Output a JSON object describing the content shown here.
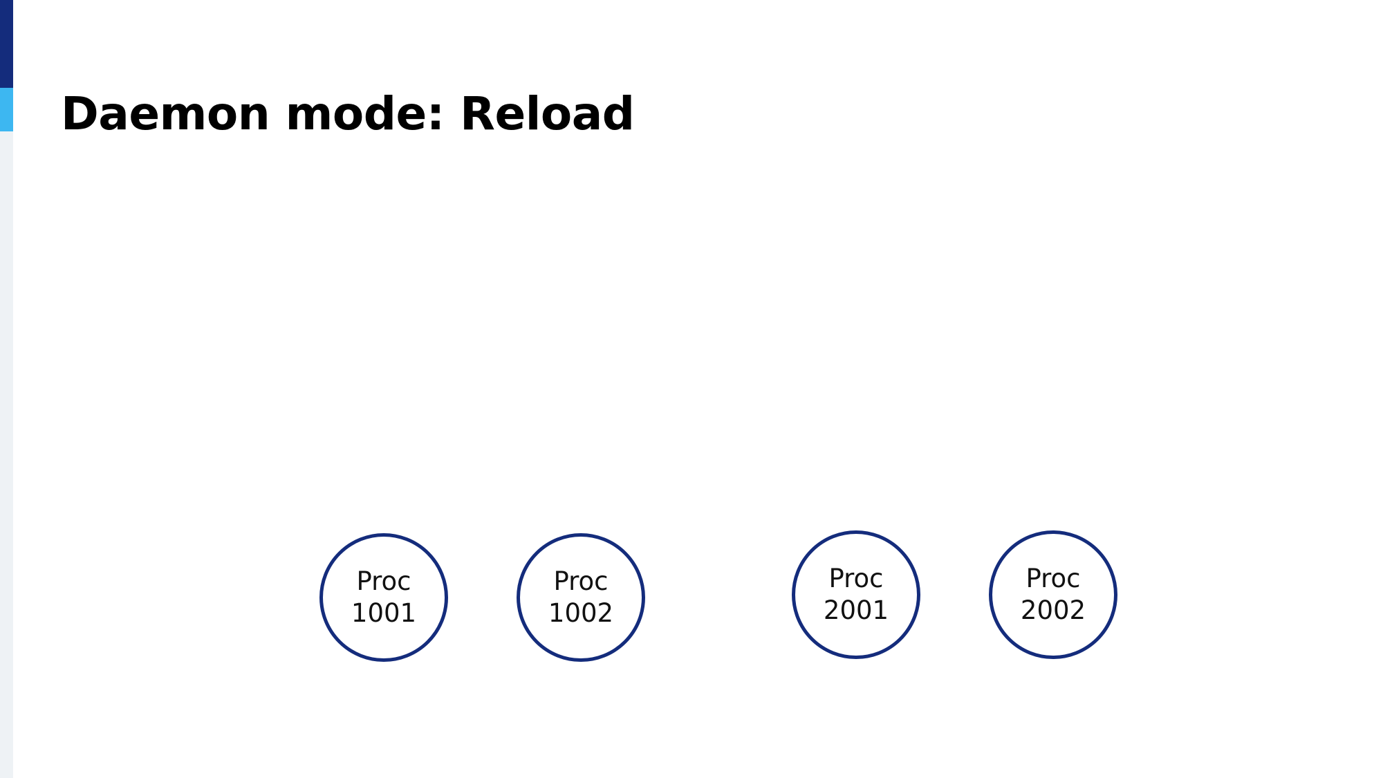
{
  "slide": {
    "title": "Daemon mode: Reload"
  },
  "processes": [
    {
      "label": "Proc 1001"
    },
    {
      "label": "Proc 1002"
    },
    {
      "label": "Proc 2001"
    },
    {
      "label": "Proc 2002"
    }
  ],
  "colors": {
    "accent_dark": "#142c7c",
    "accent_light": "#3db7f1",
    "circle_border": "#142c7c",
    "rail": "#eef2f5"
  }
}
